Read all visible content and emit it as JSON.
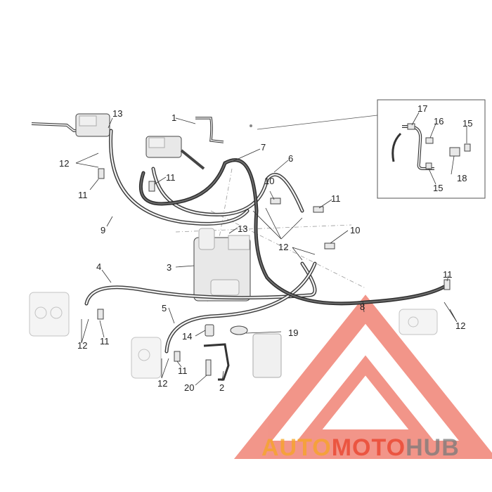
{
  "callouts": {
    "c1": "1",
    "c2": "2",
    "c3": "3",
    "c4": "4",
    "c5": "5",
    "c6": "6",
    "c7": "7",
    "c8": "8",
    "c9": "9",
    "c10a": "10",
    "c10b": "10",
    "c11a": "11",
    "c11b": "11",
    "c11c": "11",
    "c11d": "11",
    "c11e": "11",
    "c11f": "11",
    "c12a": "12",
    "c12b": "12",
    "c12c": "12",
    "c12d": "12",
    "c12e": "12",
    "c13a": "13",
    "c13b": "13",
    "c14": "14",
    "c15a": "15",
    "c15b": "15",
    "c16": "16",
    "c17": "17",
    "c18": "18",
    "c19": "19",
    "c20": "20"
  },
  "watermark": {
    "part1": "AUTO",
    "part2": "MOTO",
    "part3": "HUB",
    "color_orange": "#f5a623",
    "color_red": "#e8402a",
    "color_gray": "#7a7a7a"
  }
}
